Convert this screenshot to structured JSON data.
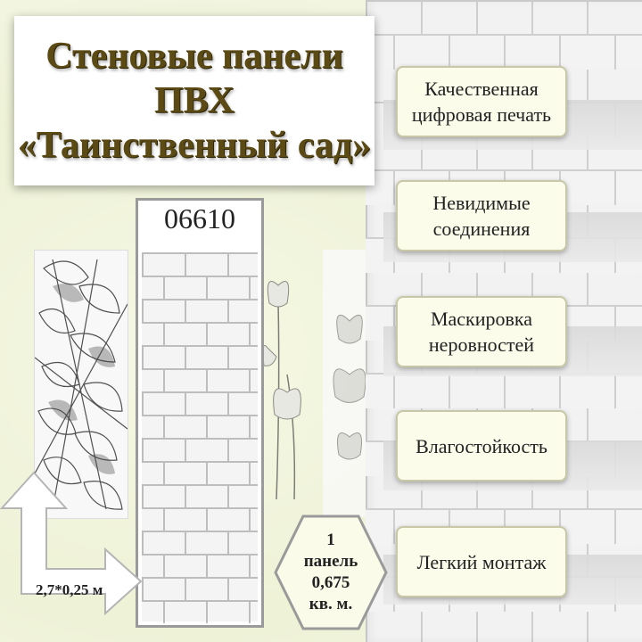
{
  "title": {
    "line1": "Стеновые  панели",
    "line2": "ПВХ",
    "line3": "«Таинственный сад»"
  },
  "product_code": "06610",
  "features": [
    {
      "line1": "Качественная",
      "line2": "цифровая печать"
    },
    {
      "line1": "Невидимые",
      "line2": "соединения"
    },
    {
      "line1": "Маскировка",
      "line2": "неровностей"
    },
    {
      "line1": "Влагостойкость",
      "line2": ""
    },
    {
      "line1": "Легкий монтаж",
      "line2": ""
    }
  ],
  "hexagon": {
    "line1": "1",
    "line2": "панель",
    "line3": "0,675",
    "line4": "кв. м."
  },
  "size_label": "2,7*0,25 м",
  "colors": {
    "title_text": "#5b4a14",
    "feature_bg": "#fbfcea",
    "background": "#fbfcf3"
  }
}
